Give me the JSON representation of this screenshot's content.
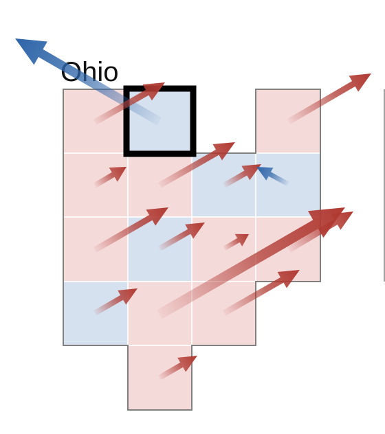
{
  "map": {
    "state_label": "Ohio",
    "colors": {
      "positive_cell": "#f5dada",
      "negative_cell": "#d6e1ef",
      "positive_arrow": "#b03a32",
      "negative_arrow": "#2d64a8",
      "cell_border": "#ffffff",
      "state_outline": "#808080",
      "highlight": "#000000"
    },
    "grid": {
      "columns": 4,
      "rows": 5,
      "cells": [
        {
          "col": 0,
          "row": 0,
          "sign": "positive"
        },
        {
          "col": 1,
          "row": 0,
          "sign": "negative",
          "highlighted": true
        },
        {
          "col": 3,
          "row": 0,
          "sign": "positive"
        },
        {
          "col": 0,
          "row": 1,
          "sign": "positive"
        },
        {
          "col": 1,
          "row": 1,
          "sign": "positive"
        },
        {
          "col": 2,
          "row": 1,
          "sign": "negative"
        },
        {
          "col": 3,
          "row": 1,
          "sign": "negative"
        },
        {
          "col": 0,
          "row": 2,
          "sign": "positive"
        },
        {
          "col": 1,
          "row": 2,
          "sign": "negative"
        },
        {
          "col": 2,
          "row": 2,
          "sign": "positive"
        },
        {
          "col": 3,
          "row": 2,
          "sign": "positive"
        },
        {
          "col": 0,
          "row": 3,
          "sign": "negative"
        },
        {
          "col": 1,
          "row": 3,
          "sign": "positive"
        },
        {
          "col": 2,
          "row": 3,
          "sign": "positive"
        },
        {
          "col": 1,
          "row": 4,
          "sign": "positive"
        }
      ]
    },
    "arrows": [
      {
        "sign": "negative",
        "cell": [
          1,
          0
        ]
      },
      {
        "sign": "positive",
        "cell": [
          0,
          0
        ]
      },
      {
        "sign": "positive",
        "cell": [
          3,
          0
        ]
      },
      {
        "sign": "positive",
        "cell": [
          0,
          1
        ]
      },
      {
        "sign": "positive",
        "cell": [
          1,
          1
        ]
      },
      {
        "sign": "positive",
        "cell": [
          2,
          1
        ]
      },
      {
        "sign": "negative",
        "cell": [
          3,
          1
        ]
      },
      {
        "sign": "positive",
        "cell": [
          0,
          2
        ]
      },
      {
        "sign": "positive",
        "cell": [
          1,
          2
        ]
      },
      {
        "sign": "positive",
        "cell": [
          2,
          2
        ]
      },
      {
        "sign": "positive",
        "cell": [
          3,
          2
        ]
      },
      {
        "sign": "positive",
        "cell": [
          1,
          3
        ]
      },
      {
        "sign": "positive",
        "cell": [
          0,
          3
        ]
      },
      {
        "sign": "positive",
        "cell": [
          2,
          3
        ]
      },
      {
        "sign": "positive",
        "cell": [
          1,
          4
        ]
      }
    ]
  }
}
